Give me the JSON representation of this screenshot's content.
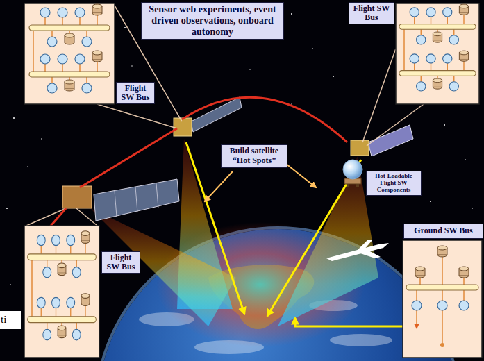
{
  "diagram": {
    "nodes": [
      {
        "text": [
          "Sensor web experiments, event driven observations, onboard autonomy"
        ]
      },
      {
        "text": [
          "Flight SW Bus"
        ]
      },
      {
        "text": [
          "Flight SW Bus"
        ]
      },
      {
        "text": [
          "Build satellite “Hot Spots”"
        ]
      },
      {
        "text": [
          "Hot-Loadable Flight SW Components"
        ]
      },
      {
        "text": [
          "Ground SW Bus"
        ]
      },
      {
        "text": [
          "Flight SW Bus"
        ]
      }
    ],
    "labels": [
      "ti"
    ]
  }
}
